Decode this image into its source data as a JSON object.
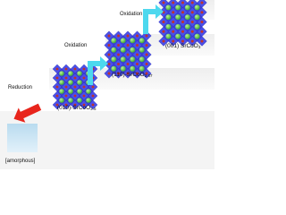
{
  "labels": {
    "reduction": "Reduction",
    "oxidation_1": "Oxidation",
    "oxidation_2": "Oxidation",
    "amorphous": "[amorphous]",
    "phase_010_prefix": "(010)-SrCoO",
    "phase_010_sub": "2.5",
    "phase_110_prefix": "(110)-SrCoO",
    "phase_110_sub": "2.87",
    "phase_001_prefix": "(001) SrCoO",
    "phase_001_sub": "3"
  },
  "colors": {
    "arrow_red": "#e8251c",
    "arrow_cyan": "#4dd8ee",
    "cobalt_blue": "#3b3fd9",
    "oxygen_red": "#c0322b",
    "strontium_green": "#58c93a",
    "amorphous_fill": "#c9e4f3",
    "step_gray": "#e6e6e6"
  }
}
